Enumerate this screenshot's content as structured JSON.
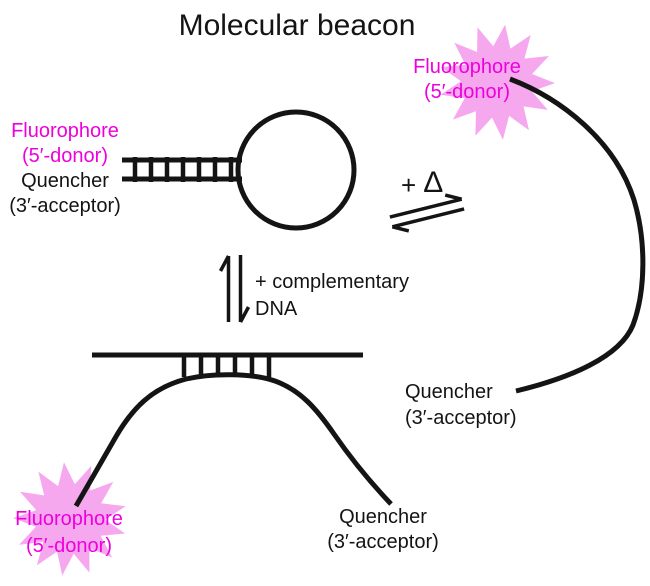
{
  "title": "Molecular beacon",
  "colors": {
    "magenta": "#ee00dd",
    "pink": "#f6a8ef",
    "ink": "#141414"
  },
  "closed_beacon": {
    "fluorophore": "Fluorophore",
    "fluorophore_site": "(5′-donor)",
    "quencher": "Quencher",
    "quencher_site": "(3′-acceptor)"
  },
  "heat_equilibrium": {
    "plus": "+",
    "delta": "Δ"
  },
  "dna_equilibrium": {
    "line1": "+ complementary",
    "line2": "DNA"
  },
  "melted_beacon": {
    "fluorophore": "Fluorophore",
    "fluorophore_site": "(5′-donor)",
    "quencher": "Quencher",
    "quencher_site": "(3′-acceptor)"
  },
  "hybridized_beacon": {
    "fluorophore": "Fluorophore",
    "fluorophore_site": "(5′-donor)",
    "quencher": "Quencher",
    "quencher_site": "(3′-acceptor)"
  }
}
